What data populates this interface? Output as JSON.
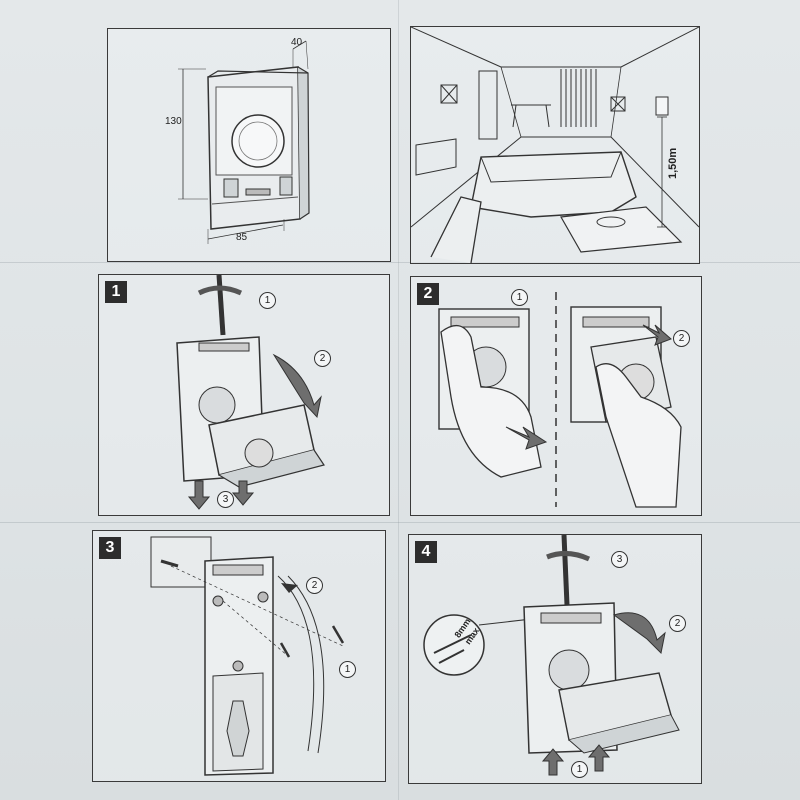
{
  "dimensions": {
    "depth": "40",
    "height": "130",
    "width": "85",
    "mount_height": "1,50m"
  },
  "steps": [
    {
      "number": "1",
      "callouts": [
        "1",
        "2",
        "3"
      ]
    },
    {
      "number": "2",
      "callouts": [
        "1",
        "2"
      ]
    },
    {
      "number": "3",
      "callouts": [
        "2",
        "1"
      ]
    },
    {
      "number": "4",
      "callouts": [
        "3",
        "2",
        "1"
      ]
    }
  ],
  "inset": {
    "label_8mm": "8mm",
    "label_max": "max"
  },
  "colors": {
    "paper": "#dfe4e6",
    "ink": "#2d2d2d",
    "arrow_gray": "#6e6e6e"
  }
}
